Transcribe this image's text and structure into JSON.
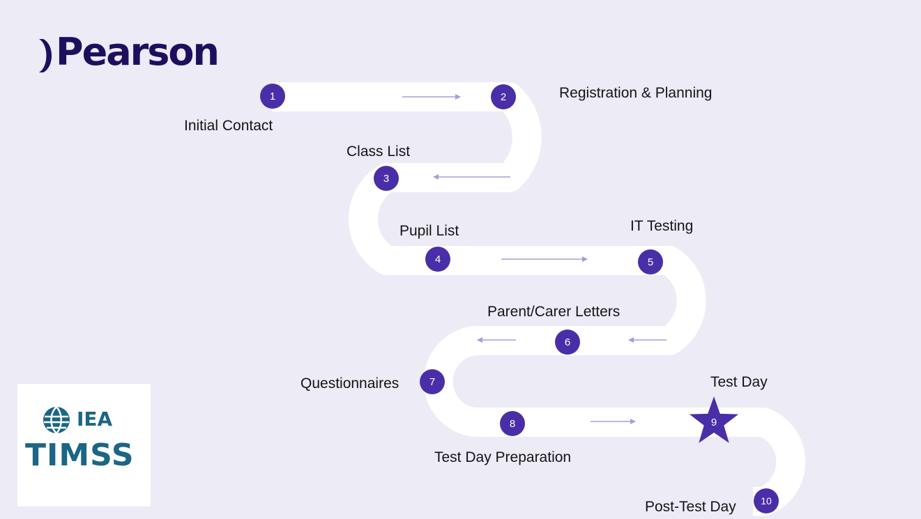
{
  "brand": {
    "logo_text": "Pearson",
    "logo_icon": "pearson-mark-icon",
    "color": "#1e0f5e"
  },
  "partner": {
    "org": "IEA",
    "study": "TIMSS",
    "icon": "globe-icon",
    "color": "#1b6585"
  },
  "colors": {
    "background": "#ecebf6",
    "path": "#ffffff",
    "marker": "#4a2ea8",
    "arrow": "#a99be0"
  },
  "steps": [
    {
      "number": "1",
      "label": "Initial Contact"
    },
    {
      "number": "2",
      "label": "Registration & Planning"
    },
    {
      "number": "3",
      "label": "Class List"
    },
    {
      "number": "4",
      "label": "Pupil List"
    },
    {
      "number": "5",
      "label": "IT Testing"
    },
    {
      "number": "6",
      "label": "Parent/Carer Letters"
    },
    {
      "number": "7",
      "label": "Questionnaires"
    },
    {
      "number": "8",
      "label": "Test Day Preparation"
    },
    {
      "number": "9",
      "label": "Test Day",
      "marker": "star"
    },
    {
      "number": "10",
      "label": "Post-Test Day"
    }
  ]
}
